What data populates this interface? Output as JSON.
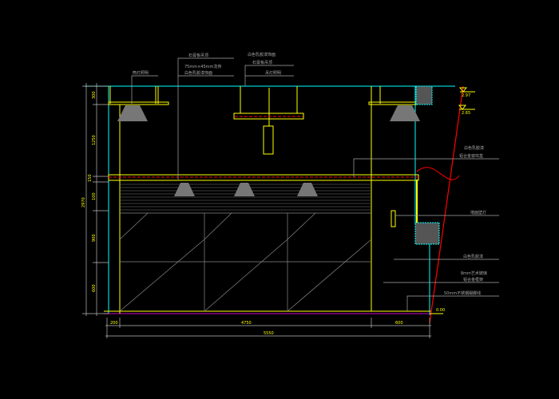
{
  "labels": {
    "top1": "筒灯照明",
    "top2a": "石膏板吊顶",
    "top2b": "75mm×45mm龙骨",
    "top2c": "白色乳胶漆饰面",
    "top3a": "白色乳胶漆饰面",
    "top3b": "石膏板吊顶",
    "top3c": "吊灯照明",
    "right1a": "白色乳胶漆",
    "right1b": "铝合金窗帘盒",
    "right2": "墙面壁灯",
    "right3": "白色乳胶漆",
    "right4a": "8mm艺术玻璃",
    "right4b": "铝合金框架",
    "right5": "50mm不锈钢踢脚线"
  },
  "levels": {
    "l1": "2.97",
    "l2": "2.65",
    "l0": "0.00"
  },
  "dims_vertical": {
    "d1": "300",
    "d2": "1250",
    "d3": "150",
    "d4": "100",
    "d5": "900",
    "d6": "600",
    "total": "2970"
  },
  "dims_horizontal": {
    "h1": "200",
    "h2": "4750",
    "h3": "600",
    "total": "5550"
  },
  "colors": {
    "bg": "#000000",
    "structure": "#ffff00",
    "ceiling": "#00ffff",
    "section": "#ff0000",
    "leader": "#a8a8a8"
  }
}
